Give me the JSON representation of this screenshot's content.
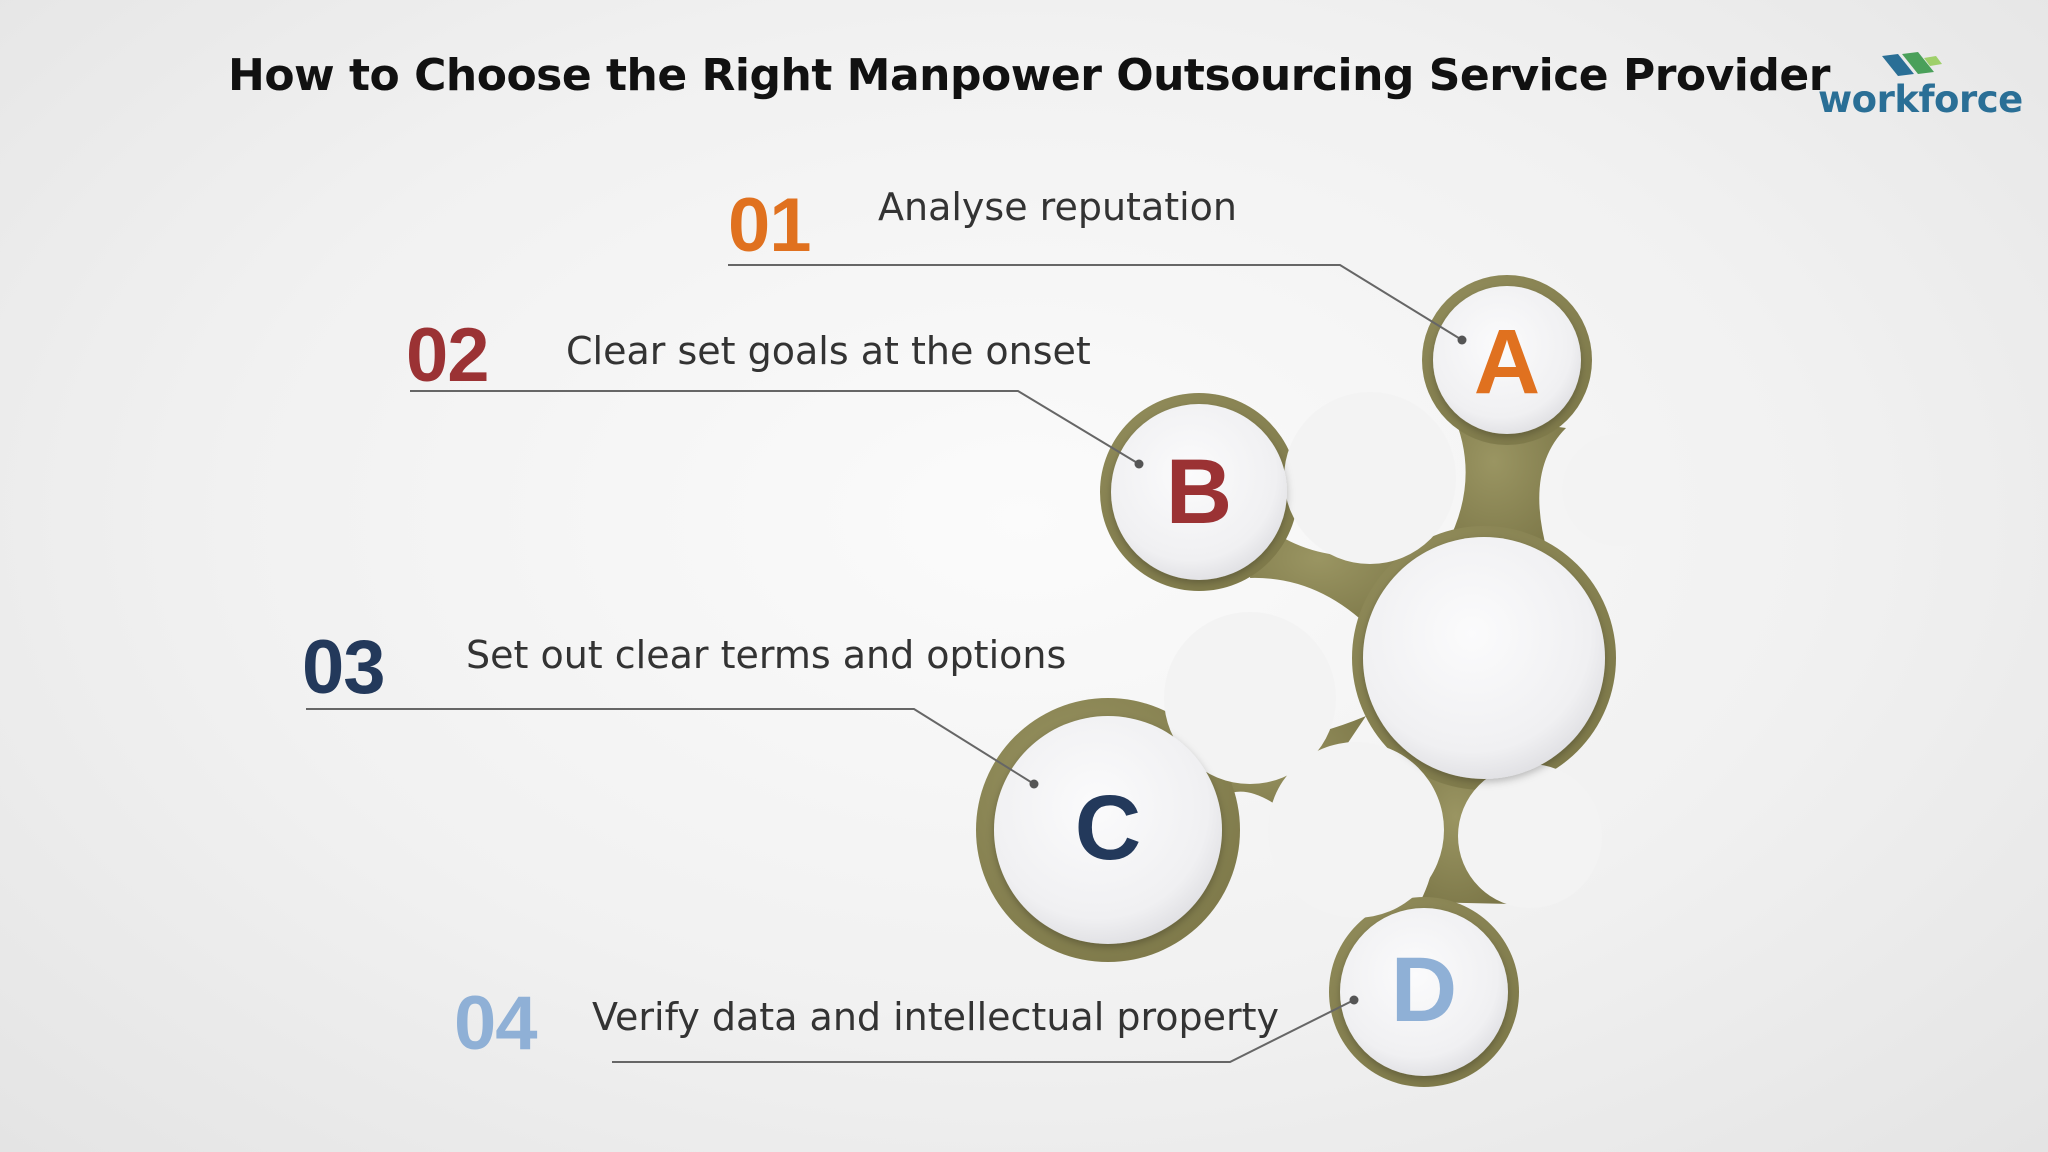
{
  "title": "How to Choose the Right Manpower Outsourcing Service Provider",
  "logo": {
    "text": "workforce",
    "text_color": "#2a6f96",
    "mark_colors": [
      "#2a6f96",
      "#4aa05a",
      "#9fd06a"
    ]
  },
  "colors": {
    "connector_fill": "#8a8553",
    "connector_edge": "#6f6b3f",
    "circle_fill": "#f2f2f4",
    "leader_line": "#666666"
  },
  "steps": [
    {
      "number": "01",
      "text": "Analyse reputation",
      "letter": "A",
      "color": "#e0711f"
    },
    {
      "number": "02",
      "text": "Clear set goals at the onset",
      "letter": "B",
      "color": "#9b3234"
    },
    {
      "number": "03",
      "text": "Set out clear terms and options",
      "letter": "C",
      "color": "#23395b"
    },
    {
      "number": "04",
      "text": "Verify data and intellectual property",
      "letter": "D",
      "color": "#8fb0d6"
    }
  ]
}
